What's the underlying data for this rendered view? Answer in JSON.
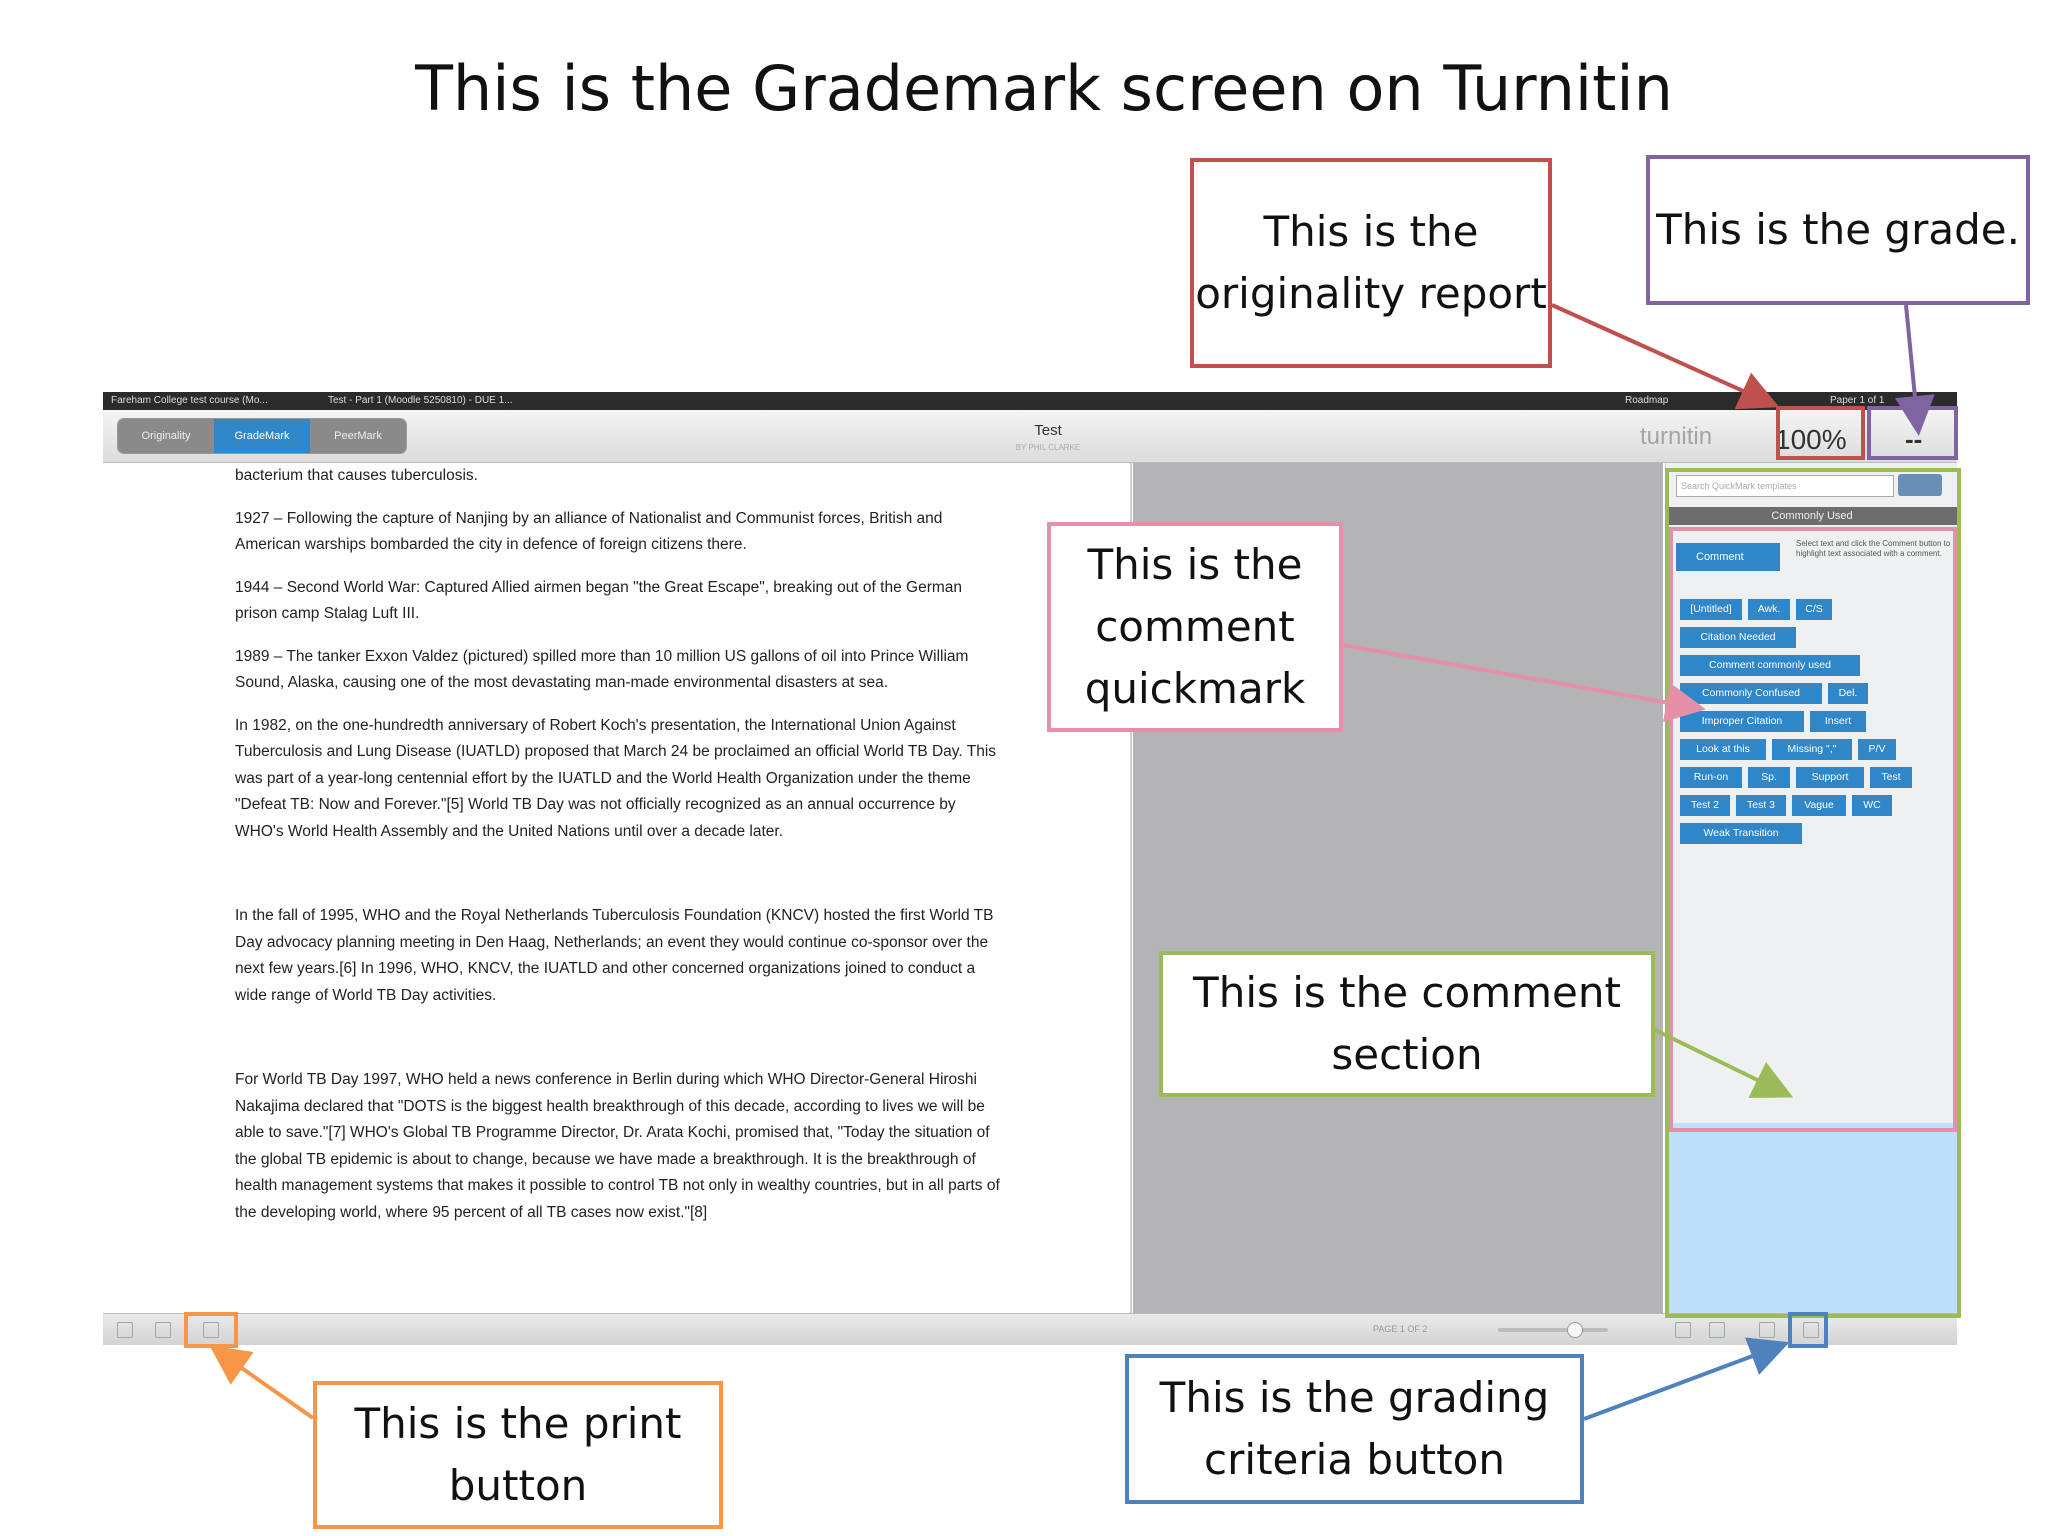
{
  "slide": {
    "title": "This is the Grademark screen on Turnitin"
  },
  "app": {
    "course": "Fareham College test course (Mo...",
    "assignment": "Test - Part 1 (Moodle 5250810) - DUE 1...",
    "roadmap": "Roadmap",
    "paper_nav": "Paper 1 of 1",
    "modes": [
      "Originality",
      "GradeMark",
      "PeerMark"
    ],
    "doc_title": "Test",
    "doc_subtitle": "BY PHIL CLARKE",
    "logo": "turnitin",
    "similarity": "100%",
    "grade": "--",
    "document": [
      "bacterium that causes tuberculosis.",
      "1927 – Following the capture of Nanjing by an alliance of Nationalist and Communist forces, British and American warships bombarded the city in defence of foreign citizens there.",
      "1944 – Second World War: Captured Allied airmen began \"the Great Escape\", breaking out of the German prison camp Stalag Luft III.",
      "1989 – The tanker Exxon Valdez (pictured) spilled more than 10 million US gallons of oil into Prince William Sound, Alaska, causing one of the most devastating man-made environmental disasters at sea.",
      "In 1982, on the one-hundredth anniversary of Robert Koch's presentation, the International Union Against Tuberculosis and Lung Disease (IUATLD) proposed that March 24 be proclaimed an official World TB Day. This was part of a year-long centennial effort by the IUATLD and the World Health Organization under the theme \"Defeat TB: Now and Forever.\"[5] World TB Day was not officially recognized as an annual occurrence by WHO's World Health Assembly and the United Nations until over a decade later.",
      "In the fall of 1995, WHO and the Royal Netherlands Tuberculosis Foundation (KNCV) hosted the first World TB Day advocacy planning meeting in Den Haag, Netherlands; an event they would continue co-sponsor over the next few years.[6] In 1996, WHO, KNCV, the IUATLD and other concerned organizations joined to conduct a wide range of World TB Day activities.",
      "For World TB Day 1997, WHO held a news conference in Berlin during which WHO Director-General Hiroshi Nakajima declared that \"DOTS is the biggest health breakthrough of this decade, according to lives we will be able to save.\"[7] WHO's Global TB Programme Director, Dr. Arata Kochi, promised that, \"Today the situation of the global TB epidemic is about to change, because we have made a breakthrough. It is the breakthrough of health management systems that makes it possible to control TB not only in wealthy countries, but in all parts of the developing world, where 95 percent of all TB cases now exist.\"[8]"
    ],
    "sidebar": {
      "search_placeholder": "Search QuickMark templates",
      "set_title": "Commonly Used",
      "comment_button": "Comment",
      "comment_help": "Select text and click the Comment button to highlight text associated with a comment.",
      "quickmarks": [
        "[Untitled]",
        "Awk.",
        "C/S",
        "Citation Needed",
        "Comment commonly used",
        "Commonly Confused",
        "Del.",
        "Improper Citation",
        "Insert",
        "Look at this",
        "Missing \",\"",
        "P/V",
        "Run-on",
        "Sp.",
        "Support",
        "Test",
        "Test 2",
        "Test 3",
        "Vague",
        "WC",
        "Weak Transition"
      ]
    },
    "bottom": {
      "page_indicator": "PAGE 1 OF 2"
    }
  },
  "callouts": {
    "originality": "This is the originality report",
    "grade": "This is the grade.",
    "quickmark": "This is the comment quickmark",
    "comment_section": "This is the comment section",
    "print": "This is the print button",
    "grading_criteria": "This is the grading criteria button"
  },
  "colors": {
    "red": "#c0504d",
    "purple": "#8064a2",
    "pink": "#e58fa8",
    "green": "#9bbb59",
    "orange": "#f79646",
    "blue": "#4f81bd",
    "turnitin_blue": "#2f86c8"
  }
}
